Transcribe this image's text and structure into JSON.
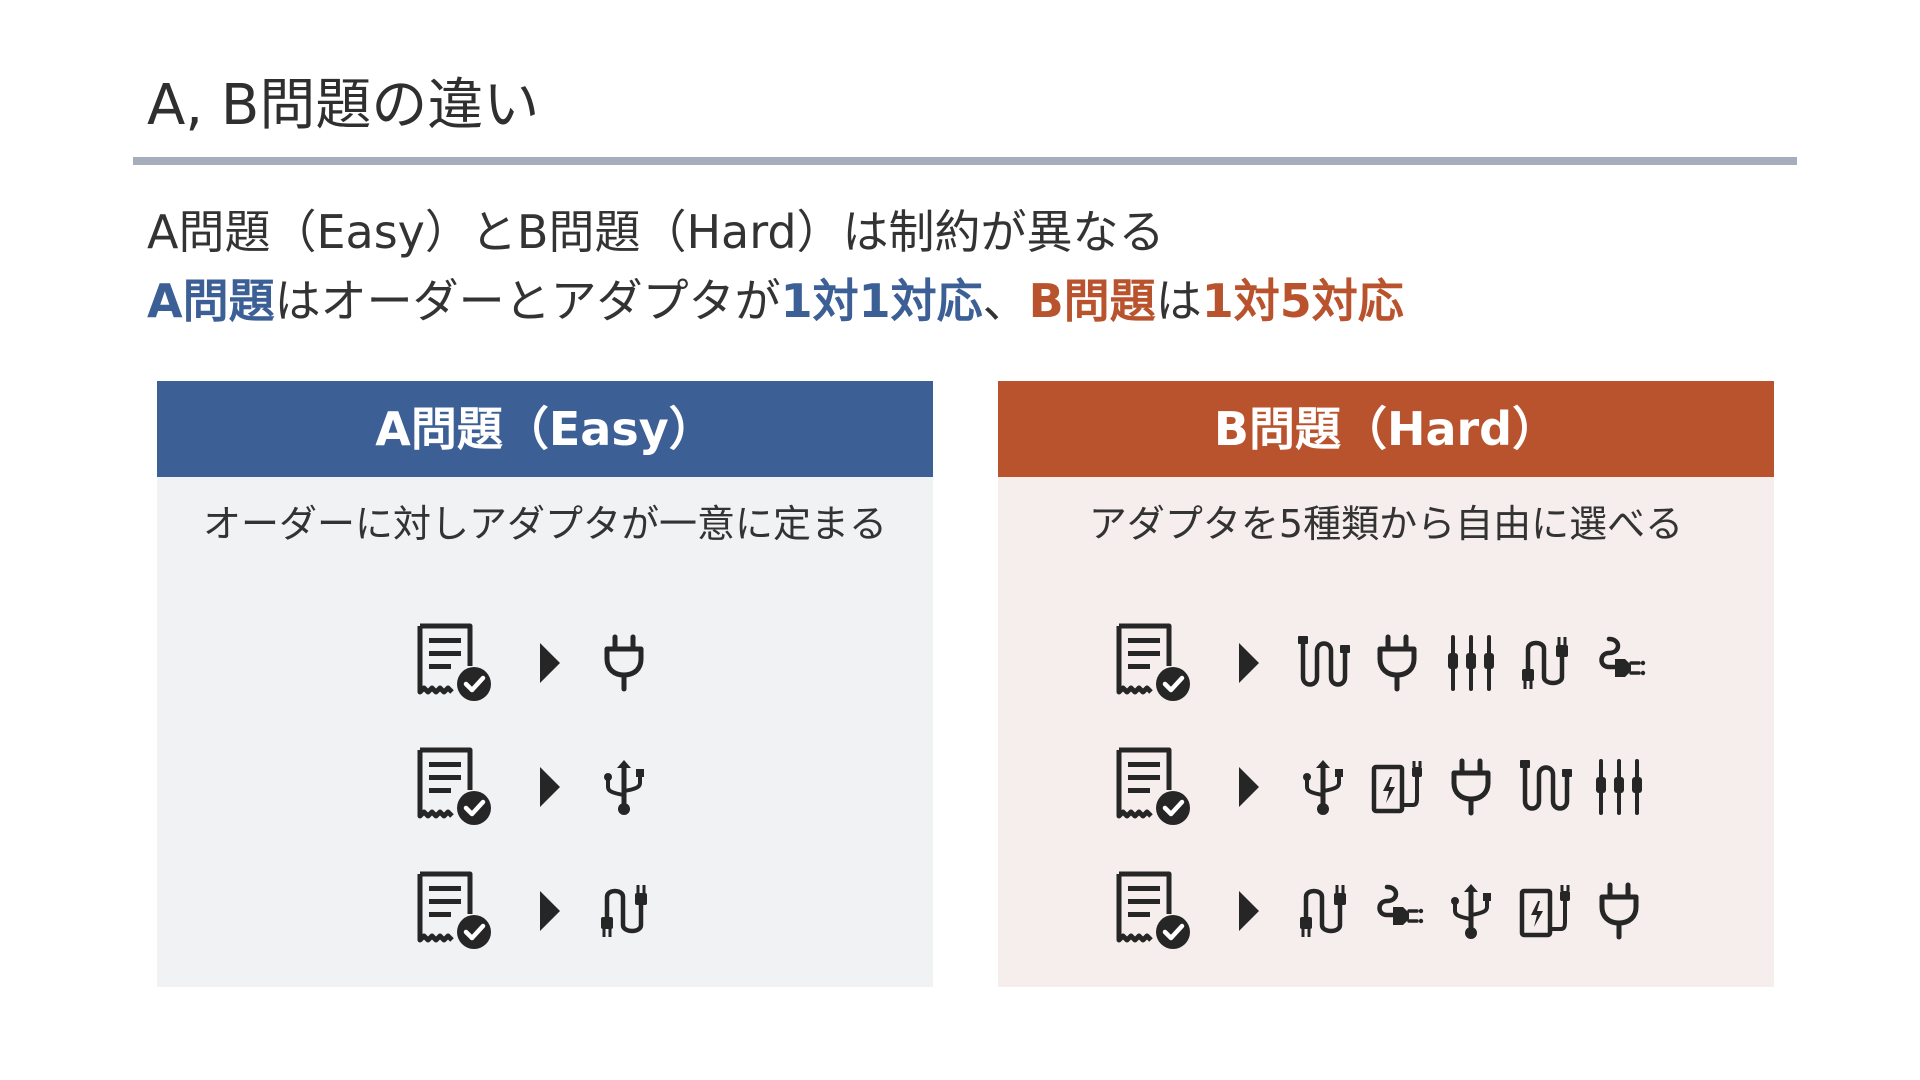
{
  "slide": {
    "title": "A, B問題の違い"
  },
  "intro": {
    "line1": "A問題（Easy）とB問題（Hard）は制約が異なる",
    "line2": {
      "a_label": "A問題",
      "t1": "はオーダーとアダプタが",
      "a_relation": "1対1対応",
      "t2": "、",
      "b_label": "B問題",
      "t3": "は",
      "b_relation": "1対5対応"
    }
  },
  "colors": {
    "a_accent": "#3c5f95",
    "b_accent": "#b9532e",
    "icon": "#262626"
  },
  "panel_a": {
    "header": "A問題（Easy）",
    "description": "オーダーに対しアダプタが一意に定まる",
    "rows": [
      [
        "plug-icon"
      ],
      [
        "usb-icon"
      ],
      [
        "cable-icon"
      ]
    ]
  },
  "panel_b": {
    "header": "B問題（Hard）",
    "description": "アダプタを5種類から自由に選べる",
    "rows": [
      [
        "loop-cable-icon",
        "plug-icon",
        "triple-plug-icon",
        "cable-icon",
        "power-plug-icon"
      ],
      [
        "usb-icon",
        "charger-icon",
        "plug-icon",
        "loop-cable-icon",
        "triple-plug-icon"
      ],
      [
        "cable-icon",
        "power-plug-icon",
        "usb-icon",
        "charger-icon",
        "plug-icon"
      ]
    ]
  },
  "icons": {
    "order": "order-check-icon",
    "arrow": "arrow-right-icon"
  }
}
